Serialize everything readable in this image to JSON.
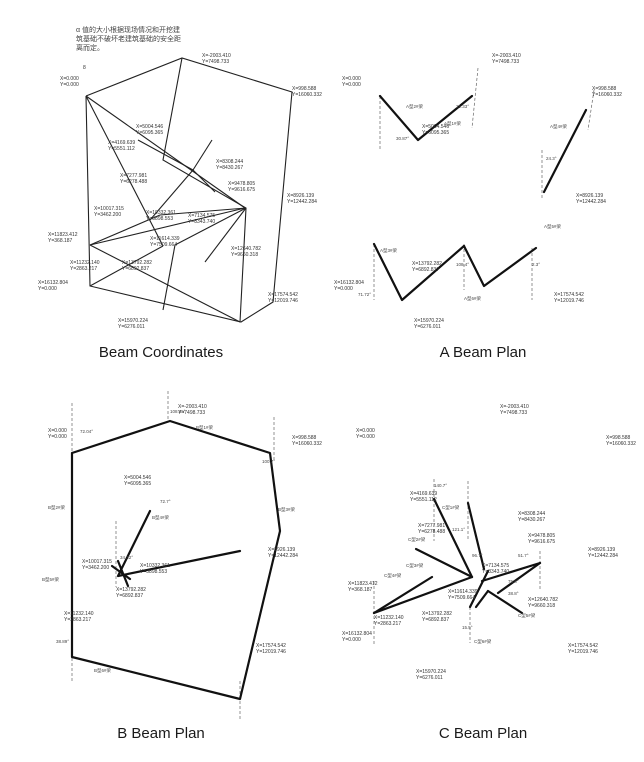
{
  "note": "α 值的大小根据现场情况和开挖建筑基础不破坏老建筑基础的安全距离而定。",
  "captions": {
    "beam_coordinates": "Beam Coordinates",
    "a_plan": "A Beam Plan",
    "b_plan": "B Beam Plan",
    "c_plan": "C Beam Plan"
  },
  "coords": {
    "origin": [
      "X=0.000",
      "Y=0.000"
    ],
    "p_top": [
      "X=-2003.410",
      "Y=7498.733"
    ],
    "p_tr": [
      "X=998.588",
      "Y=16060.332"
    ],
    "p_5004": [
      "X=5004.546",
      "Y=6095.365"
    ],
    "p_4169": [
      "X=4169.639",
      "Y=5551.112"
    ],
    "p_7277": [
      "X=7277.981",
      "Y=6278.488"
    ],
    "p_8308": [
      "X=8308.244",
      "Y=8430.267"
    ],
    "p_9478": [
      "X=9478.805",
      "Y=9616.675"
    ],
    "p_8926": [
      "X=8926.139",
      "Y=12442.284"
    ],
    "p_10017": [
      "X=10017.315",
      "Y=3462.200"
    ],
    "p_10332": [
      "X=10332.361",
      "Y=3898.553"
    ],
    "p_7134": [
      "X=7134.575",
      "Y=8343.740"
    ],
    "p_11823": [
      "X=11823.412",
      "Y=368.187"
    ],
    "p_11614": [
      "X=11614.339",
      "Y=7509.664"
    ],
    "p_12640": [
      "X=12640.782",
      "Y=9660.318"
    ],
    "p_11232": [
      "X=11232.140",
      "Y=2863.217"
    ],
    "p_13792": [
      "X=13792.282",
      "Y=6892.837"
    ],
    "p_16132": [
      "X=16132.804",
      "Y=0.000"
    ],
    "p_17574": [
      "X=17574.542",
      "Y=12019.746"
    ],
    "p_15970": [
      "X=15970.224",
      "Y=6276.011"
    ]
  },
  "angles": {
    "a1": "30.87°",
    "a2": "21.33°",
    "a3": "24.3°",
    "a4": "108.4°",
    "a5": "2.3°",
    "a6": "71.72°",
    "b1": "72.04°",
    "b2": "108.35°",
    "b3": "100.7°",
    "b4": "72.7°",
    "b5": "34.32°",
    "b6": "38.89°",
    "c1": "140.7°",
    "c2": "121.1°",
    "c3": "96.7°",
    "c4": "51.7°",
    "c5": "75.8°",
    "c6": "38.8°",
    "c7": "15.5°"
  },
  "tags": {
    "a_beam": "A型1#梁",
    "a_beam2": "A型2#梁",
    "a_beam3": "A型3#梁",
    "a_beam4": "A型4#梁",
    "a_beam5": "A型5#梁",
    "a_beam6": "A型6#梁",
    "b_beam1": "B型1#梁",
    "b_beam2": "B型2#梁",
    "b_beam3": "B型3#梁",
    "b_beam4": "B型4#梁",
    "b_beam5": "B型5#梁",
    "b_beam6": "B型6#梁",
    "c_beam1": "C型1#梁",
    "c_beam2": "C型2#梁",
    "c_beam3": "C型3#梁",
    "c_beam4": "C型4#梁",
    "c_beam5": "C型5#梁",
    "c_beam6": "C型6#梁"
  },
  "small_mark": "8"
}
